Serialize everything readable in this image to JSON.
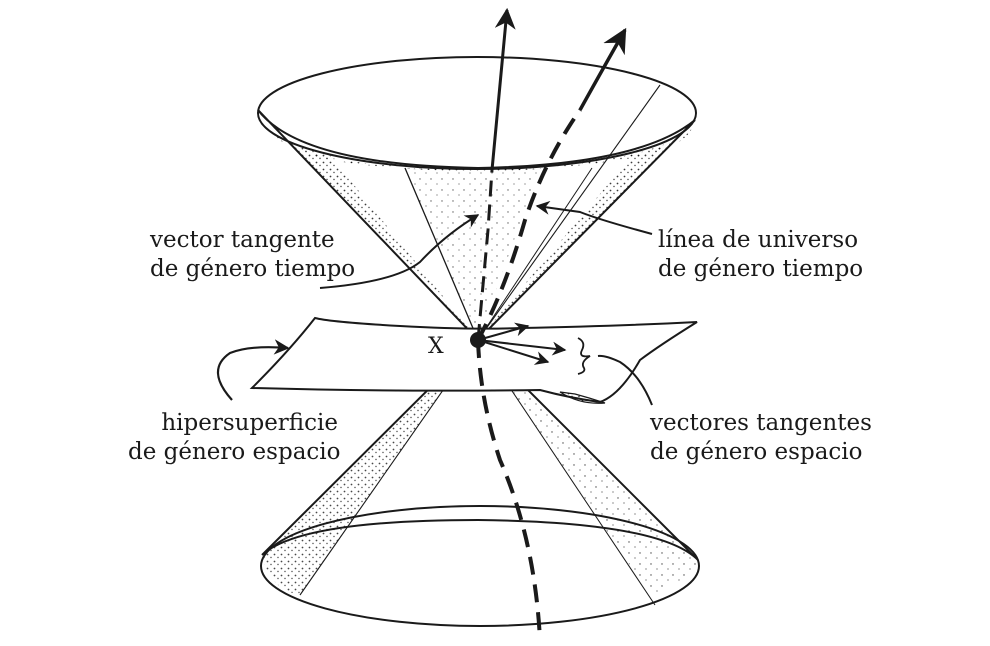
{
  "labels": {
    "timelike_tangent_vector": [
      "vector tangente",
      "de género tiempo"
    ],
    "timelike_worldline": [
      "línea de universo",
      "de género tiempo"
    ],
    "event_point": "X",
    "spacelike_hypersurface": [
      "hipersuperficie",
      "de género espacio"
    ],
    "spacelike_tangent_vectors": [
      "vectores tangentes",
      "de género espacio"
    ]
  },
  "colors": {
    "ink": "#1a1a1a",
    "background": "#ffffff"
  }
}
